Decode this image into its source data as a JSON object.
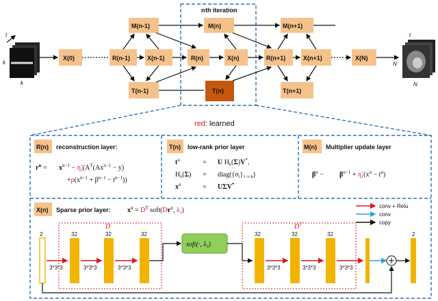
{
  "iteration_label": "n",
  "iteration_suffix": "th iteration",
  "red_word": "red",
  "learned_label": ": learned",
  "nodes": {
    "x0": "X(0)",
    "r_prev": "R(n-1)",
    "x_prev": "X(n-1)",
    "r_n": "R(n)",
    "x_n": "X(n)",
    "r_next": "R(n+1)",
    "x_next": "X(n+1)",
    "x_N": "X(N)",
    "m_prev": "M(n-1)",
    "m_n": "M(n)",
    "m_next": "M(n+1)",
    "t_prev": "T(n-1)",
    "t_n": "T(n)",
    "t_next": "T(n+1)"
  },
  "input_axes": {
    "t": "t",
    "ky": "k",
    "kx": "k"
  },
  "output_axes": {
    "t": "t",
    "ny": "N",
    "nx": "N"
  },
  "panels": {
    "reconstruction": {
      "tag": "R(n)",
      "title": "reconstruction layer:"
    },
    "lowrank": {
      "tag": "T(n)",
      "title": "low-rank prior layer"
    },
    "multiplier": {
      "tag": "M(n)",
      "title": "Multiplier update layer"
    },
    "sparse": {
      "tag": "X(n)",
      "title": "Sparse prior layer:"
    }
  },
  "legend": {
    "conv_relu": "conv + Relu",
    "conv": "conv",
    "copy": "copy"
  },
  "channels": [
    "2",
    "32",
    "32",
    "32",
    "32",
    "32",
    "32",
    "2"
  ],
  "kernel": "3*3*3",
  "D_label": "D",
  "DT_label": "D",
  "soft_label": "soft(·, λ",
  "colors": {
    "node": "#f6c28b",
    "learned": "#c5570f",
    "dash": "#2e6fb5",
    "red": "#e0161b",
    "soft": "#8fcf5a",
    "bar": "#f2b400"
  }
}
